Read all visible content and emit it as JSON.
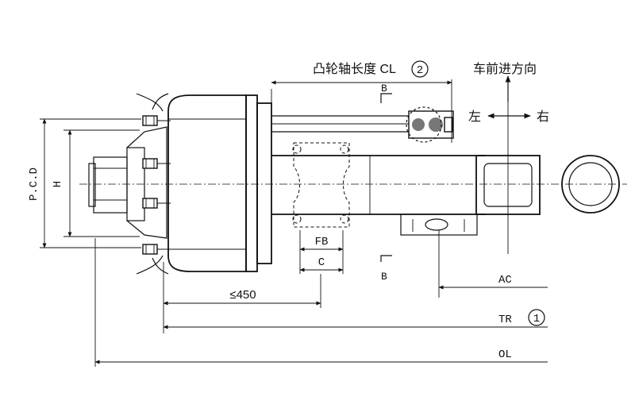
{
  "labels": {
    "cam_length": "凸轮轴长度 CL",
    "cam_length_note": "2",
    "forward_direction": "车前进方向",
    "left": "左",
    "right": "右",
    "section_b_top": "B",
    "section_b_bottom": "B",
    "pcd": "P.C.D",
    "h": "H",
    "fb": "FB",
    "c": "C",
    "max_450": "≤450",
    "ac": "AC",
    "tr": "TR",
    "tr_note": "1",
    "ol": "OL"
  }
}
